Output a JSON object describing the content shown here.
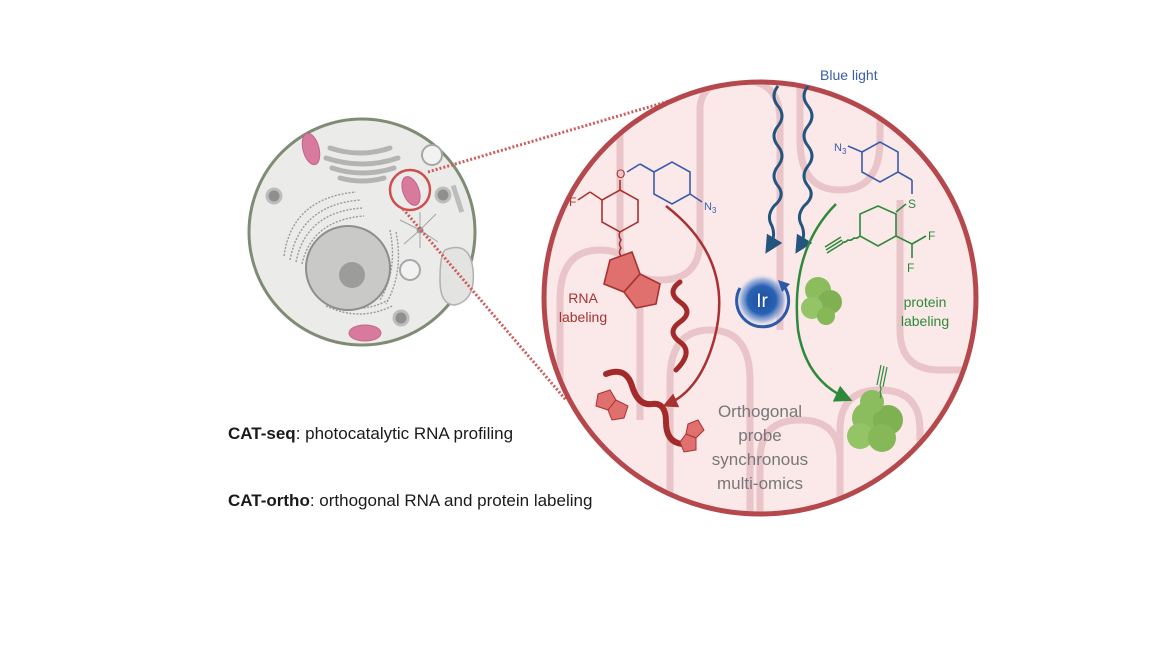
{
  "figure": {
    "light_label": "Blue light",
    "catalyst_label": "Ir",
    "rna_label_line1": "RNA",
    "rna_label_line2": "labeling",
    "protein_label_line1": "protein",
    "protein_label_line2": "labeling",
    "center_text": [
      "Orthogonal",
      "probe",
      "synchronous",
      "multi-omics"
    ],
    "rna_probe_atoms": {
      "fluorine": "F",
      "oxygen": "O",
      "azide": "N3"
    },
    "protein_probe_atoms": {
      "azide": "N3",
      "sulfur": "S",
      "fluorine_1": "F",
      "fluorine_2": "F"
    }
  },
  "captions": [
    {
      "term": "CAT-seq",
      "description": ": photocatalytic RNA profiling"
    },
    {
      "term": "CAT-ortho",
      "description": ": orthogonal RNA and protein labeling"
    }
  ],
  "colors": {
    "rna_red": "#a83232",
    "rna_fill": "#e0706e",
    "probe_blue": "#3b5ca8",
    "protein_green": "#2e8a3a",
    "protein_fill": "#8bbd5e",
    "circle_border": "#b5484c",
    "circle_fill": "#fbe8e8",
    "cell_fill": "#ebecea",
    "cell_border": "#7e8c74",
    "text_gray": "#777777"
  }
}
